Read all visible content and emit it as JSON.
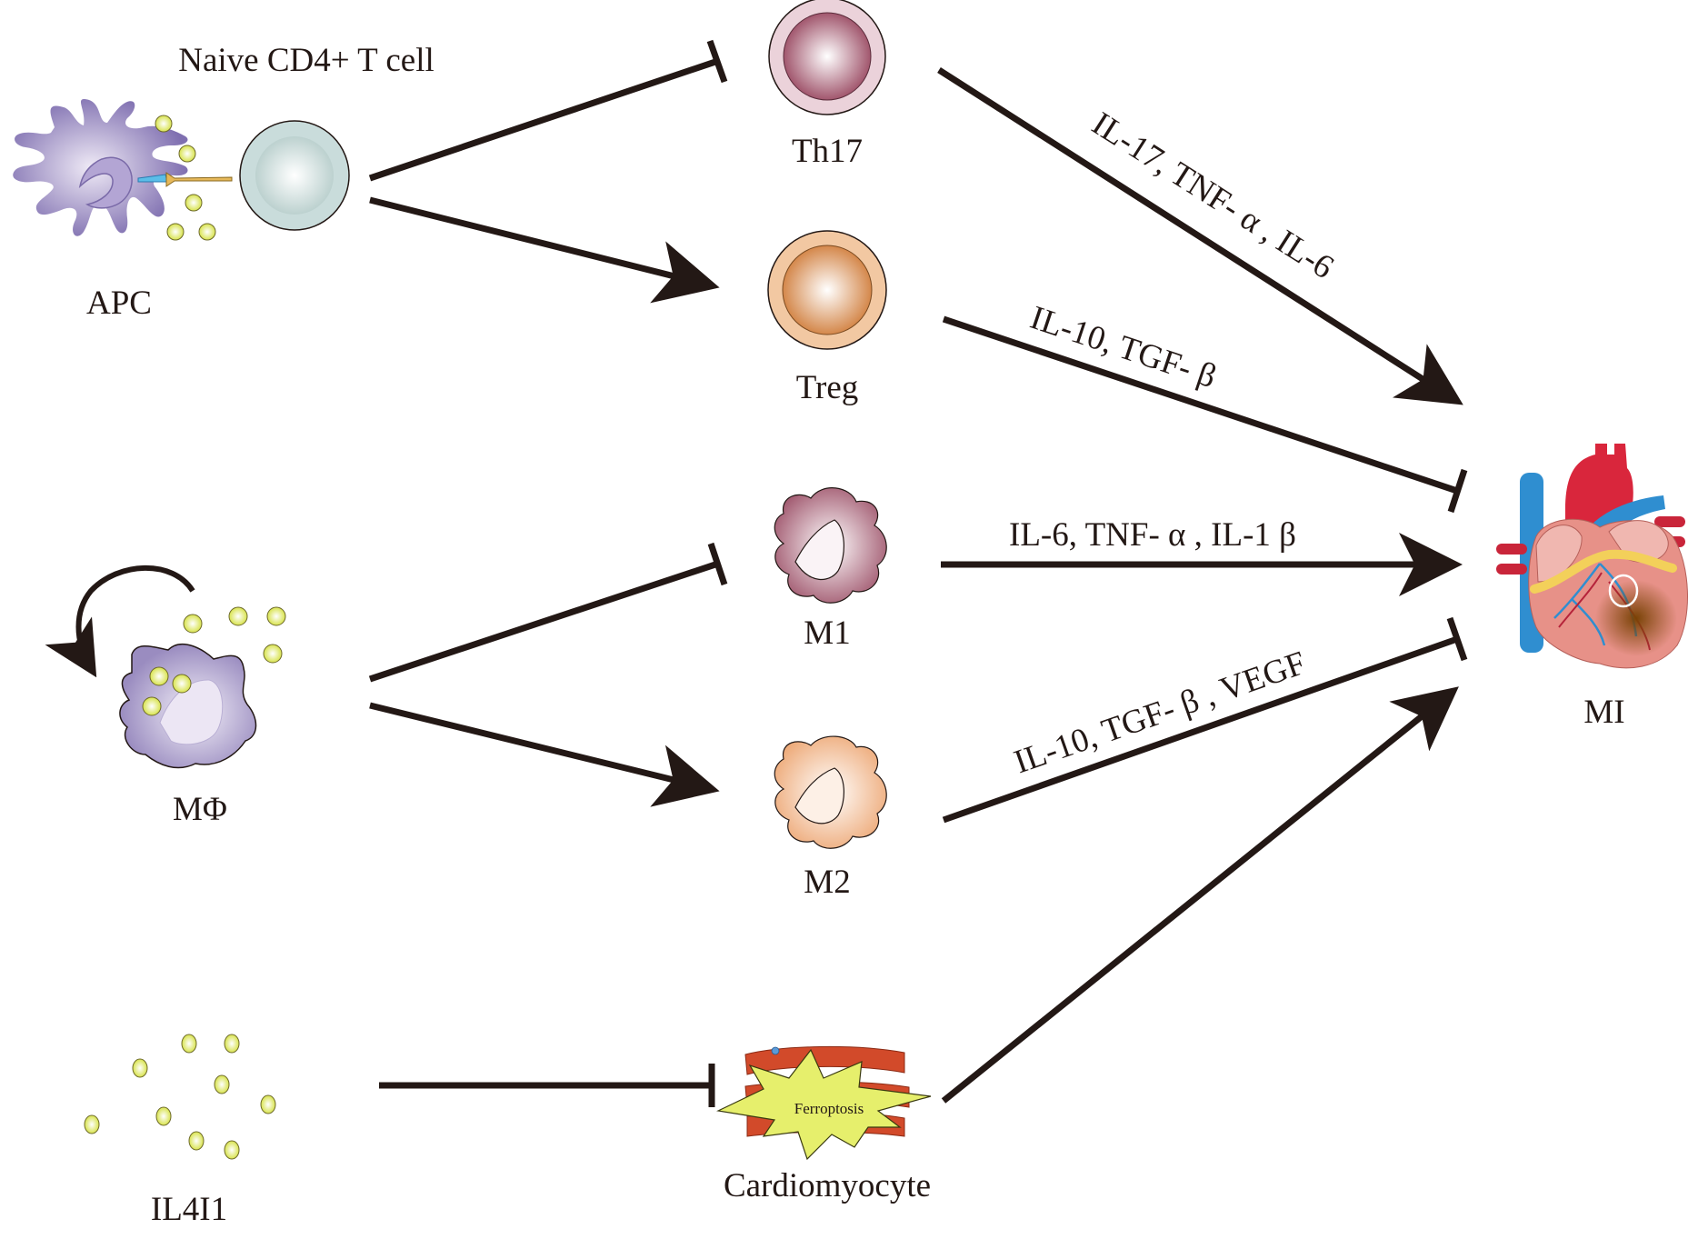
{
  "diagram": {
    "nodes": {
      "naive_t": "Naive CD4+ T cell",
      "apc": "APC",
      "th17": "Th17",
      "treg": "Treg",
      "macrophage": "MΦ",
      "m1": "M1",
      "m2": "M2",
      "il4i1": "IL4I1",
      "cardiomyocyte": "Cardiomyocyte",
      "ferroptosis": "Ferroptosis",
      "mi": "MI"
    },
    "edges": [
      {
        "from": "Naive CD4+ T cell",
        "to": "Th17",
        "type": "inhibition",
        "label": ""
      },
      {
        "from": "Naive CD4+ T cell",
        "to": "Treg",
        "type": "activation",
        "label": ""
      },
      {
        "from": "Th17",
        "to": "MI",
        "type": "activation",
        "label": "IL-17, TNF- α , IL-6"
      },
      {
        "from": "Treg",
        "to": "MI",
        "type": "inhibition",
        "label": "IL-10, TGF- β"
      },
      {
        "from": "MΦ",
        "to": "M1",
        "type": "inhibition",
        "label": ""
      },
      {
        "from": "MΦ",
        "to": "M2",
        "type": "activation",
        "label": ""
      },
      {
        "from": "M1",
        "to": "MI",
        "type": "activation",
        "label": "IL-6, TNF- α , IL-1 β"
      },
      {
        "from": "M2",
        "to": "MI",
        "type": "inhibition",
        "label": "IL-10, TGF- β , VEGF"
      },
      {
        "from": "IL4I1",
        "to": "Cardiomyocyte",
        "type": "inhibition",
        "label": ""
      },
      {
        "from": "Cardiomyocyte",
        "to": "MI",
        "type": "activation",
        "label": ""
      }
    ],
    "colors": {
      "apc": "#8b7bb8",
      "tcell": "#c9dcdb",
      "th17": "#a8576f",
      "treg": "#d98a4c",
      "m1": "#a86276",
      "m2": "#f0b68c",
      "macrophage": "#9d8fc2",
      "cytokine": "#e3ec6a",
      "line": "#231815"
    }
  }
}
